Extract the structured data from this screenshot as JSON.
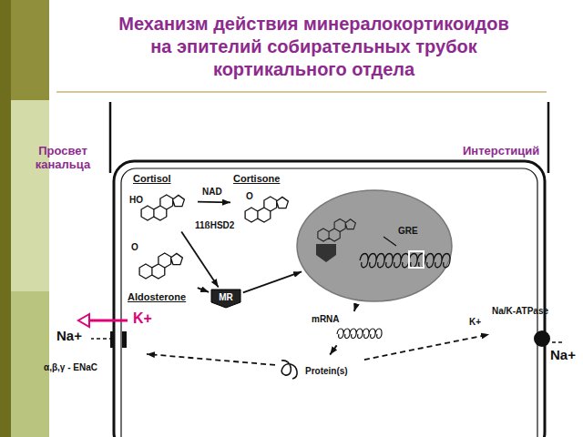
{
  "diagram": {
    "title": "Механизм действия минералокортикоидов на эпителий собирательных трубок кортикального отдела",
    "nodes": [
      {
        "text": [
          "Cortisol",
          "HO"
        ]
      },
      {
        "text": [
          "Cortisone",
          "O"
        ]
      },
      {
        "text": [
          "Aldosterone",
          "O"
        ]
      },
      {
        "text": [
          "MR"
        ]
      },
      {
        "text": [
          "GRE"
        ]
      },
      {
        "text": [
          "mRNA"
        ]
      },
      {
        "text": [
          "Protein(s)"
        ]
      },
      {
        "text": [
          "Na/K-ATPase"
        ]
      },
      {
        "text": [
          "α,β,γ - ENaC"
        ]
      }
    ],
    "edges": [
      {
        "from": 0,
        "to": 1,
        "arrow": "to",
        "label": "NAD"
      },
      {
        "from": 0,
        "to": 3,
        "arrow": "to"
      },
      {
        "from": 2,
        "to": 3,
        "arrow": "to"
      },
      {
        "from": 3,
        "to": 4,
        "arrow": "to"
      },
      {
        "from": 4,
        "to": 5,
        "arrow": "to"
      },
      {
        "from": 5,
        "to": 6,
        "arrow": "to"
      },
      {
        "from": 6,
        "to": 8,
        "arrow": "to"
      },
      {
        "from": 6,
        "to": 7,
        "arrow": "to"
      }
    ],
    "labels": [
      "Просвет канальца",
      "Интерстиций",
      "11ßHSD2",
      "K+",
      "Na+",
      "Na+",
      "K+"
    ]
  }
}
